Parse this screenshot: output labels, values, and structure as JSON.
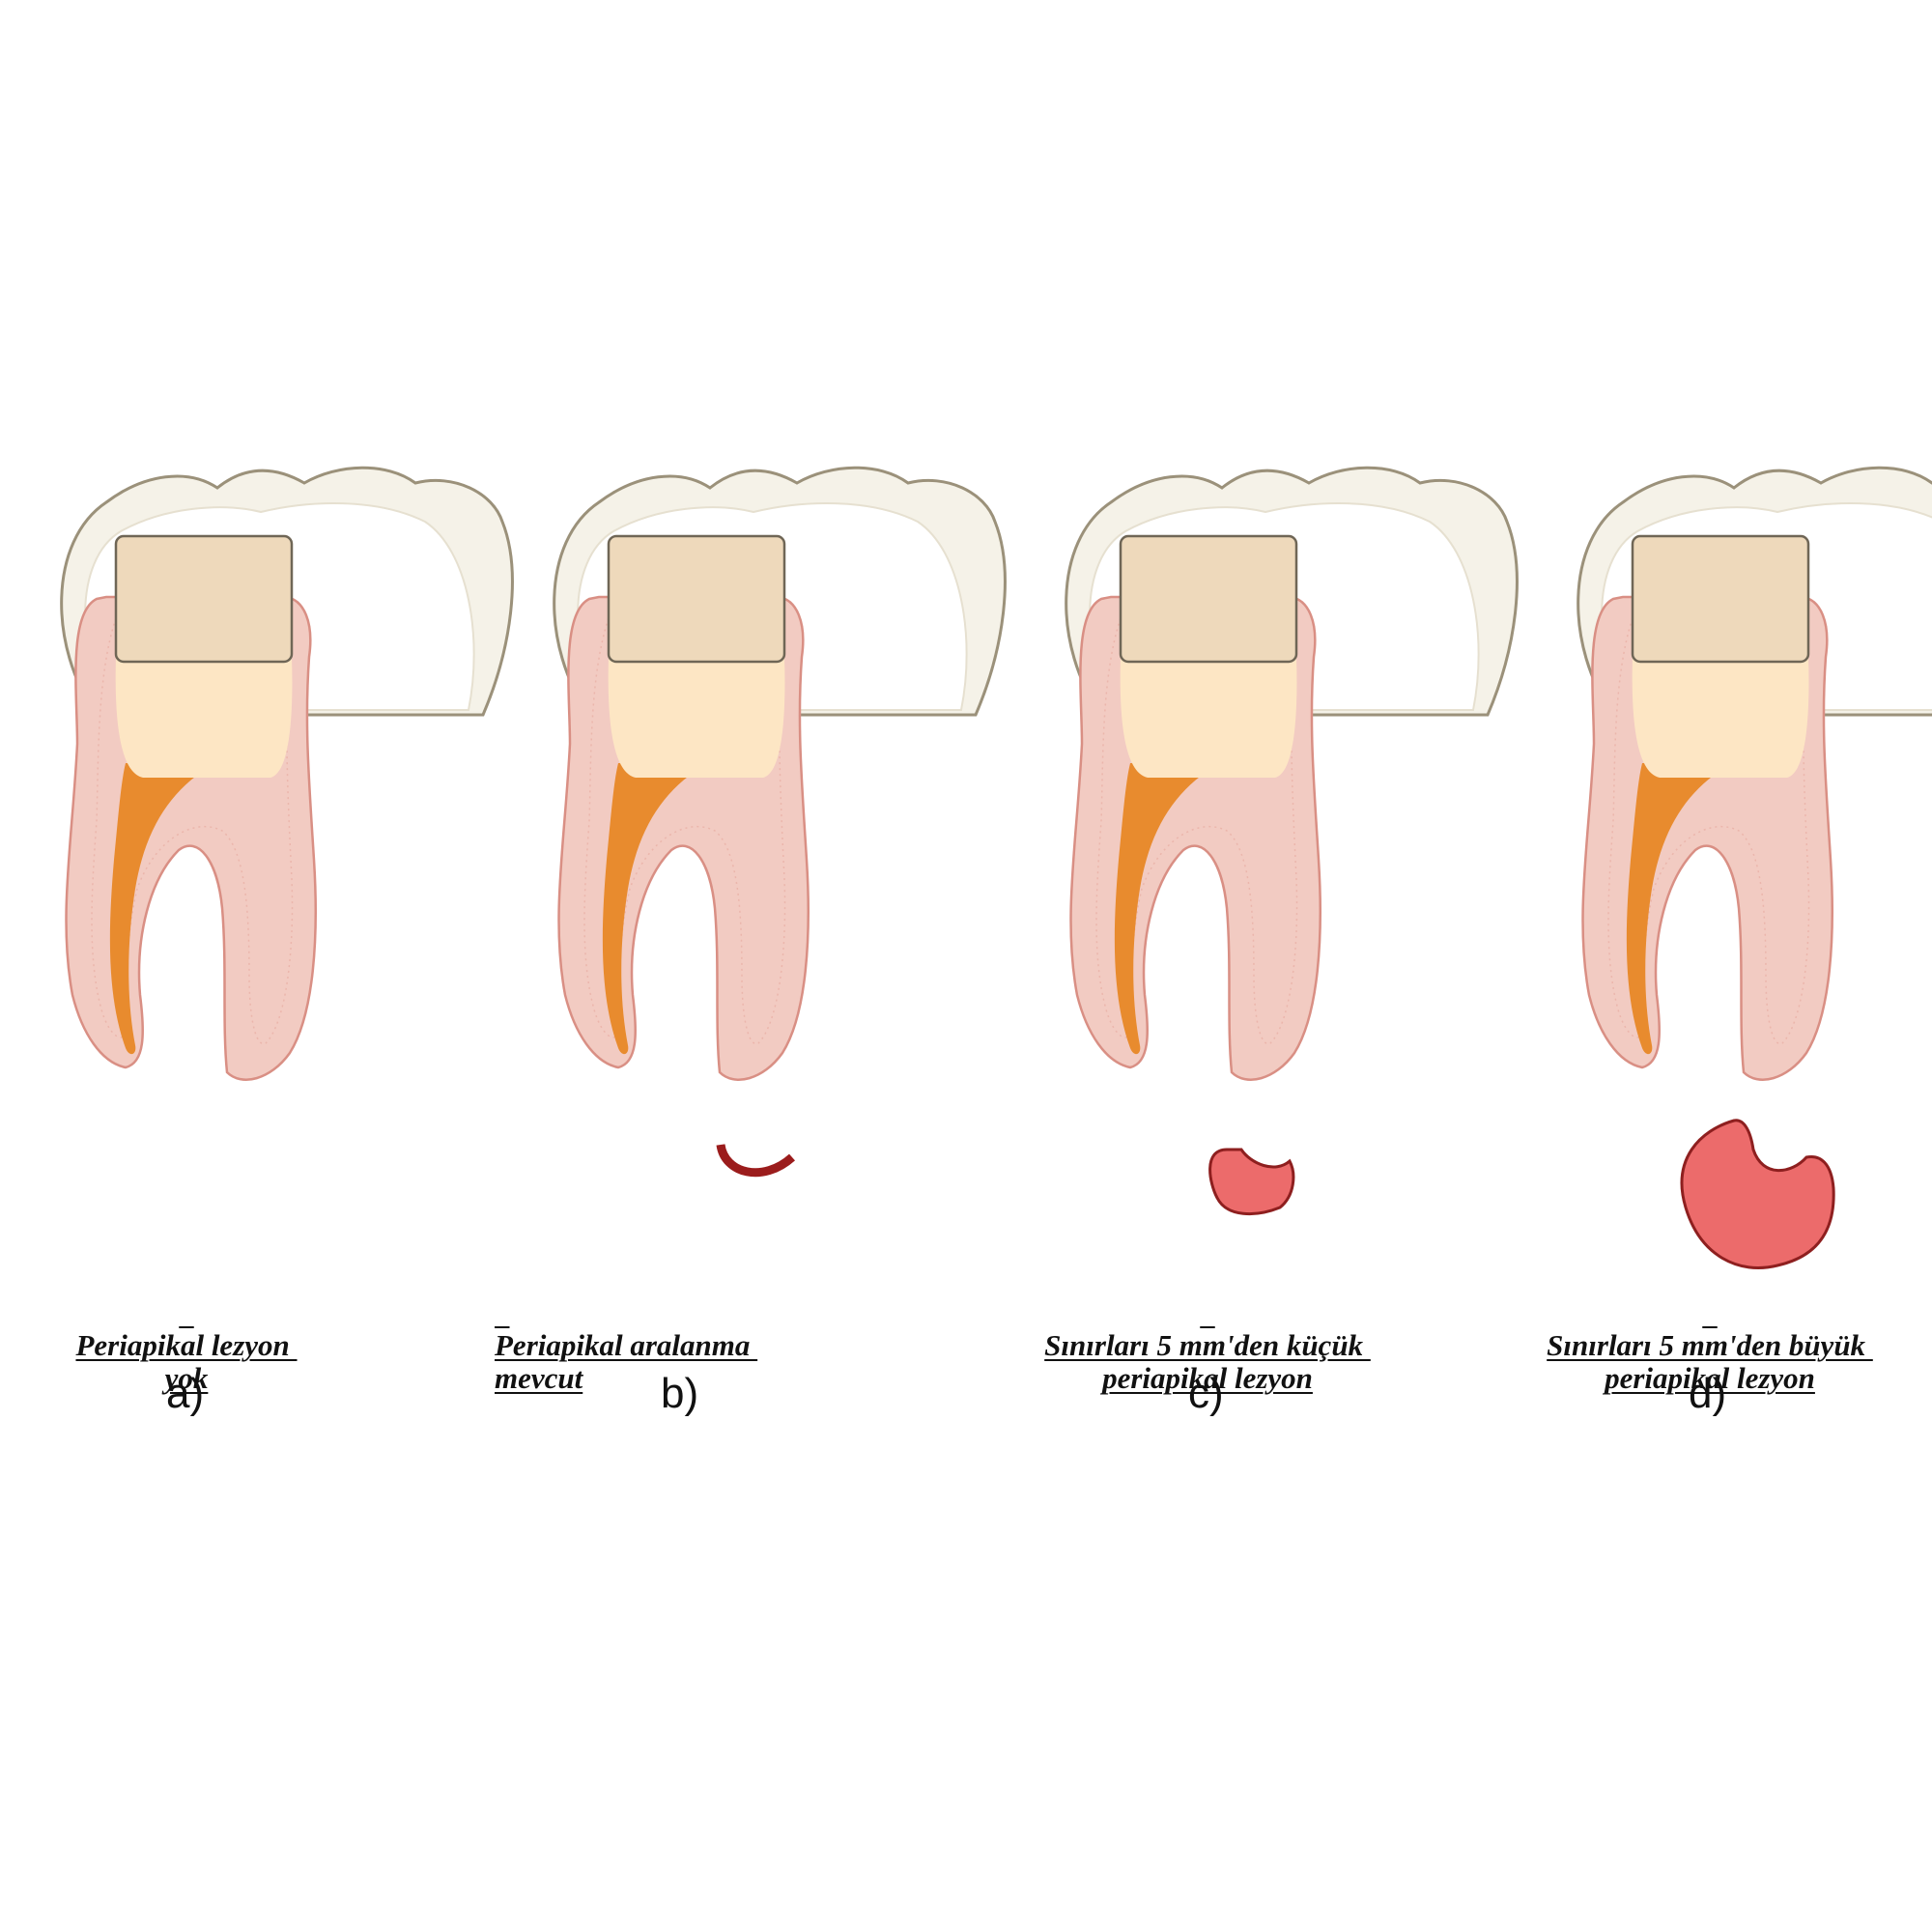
{
  "panels": [
    {
      "id": "a",
      "caption_lines": [
        "Periapikal lezyon ",
        "yok"
      ],
      "letter": "a)",
      "lesion": "none"
    },
    {
      "id": "b",
      "caption_lines": [
        "Periapikal aralanma ",
        "mevcut"
      ],
      "letter": "b)",
      "lesion": "widening"
    },
    {
      "id": "c",
      "caption_lines": [
        "Sınırları 5 mm'den küçük ",
        "periapikal lezyon"
      ],
      "letter": "c)",
      "lesion": "small"
    },
    {
      "id": "d",
      "caption_lines": [
        "Sınırları 5 mm'den büyük ",
        "periapikal lezyon"
      ],
      "letter": "d)",
      "lesion": "large"
    }
  ],
  "colors": {
    "enamel": "#f5f2e8",
    "enamel_stroke": "#9b917a",
    "root": "#f2cbc2",
    "root_stroke": "#d98f84",
    "filling": "#eed9bb",
    "pulp_chamber": "#fde6c4",
    "canal": "#e88b2e",
    "widening": "#9b1c1c",
    "lesion": "#ec6b6b",
    "lesion_stroke": "#8e1f1f"
  }
}
